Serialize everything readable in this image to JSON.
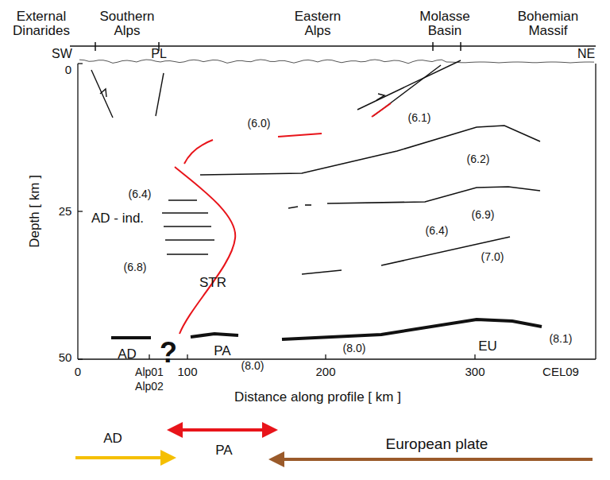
{
  "diagram": {
    "labels": [
      "External Dinarides",
      "Southern Alps",
      "Eastern Alps",
      "Molasse Basin",
      "Bohemian Massif",
      "SW",
      "PL",
      "NE",
      "0",
      "25",
      "50",
      "Depth [ km ]",
      "0",
      "Alp01",
      "Alp02",
      "100",
      "200",
      "300",
      "CEL09",
      "Distance along profile [ km ]",
      "(6.0)",
      "(6.1)",
      "(6.2)",
      "(6.9)",
      "(6.4)",
      "(7.0)",
      "(8.0)",
      "EU",
      "(8.1)",
      "(6.4)",
      "AD - ind.",
      "(6.8)",
      "STR",
      "AD",
      "?",
      "PA",
      "(8.0)",
      "AD",
      "PA",
      "European plate"
    ]
  }
}
